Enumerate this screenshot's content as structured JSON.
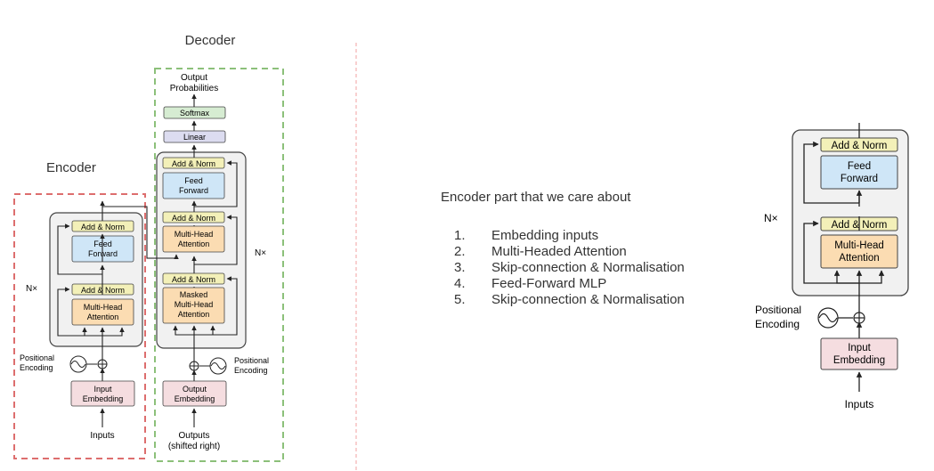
{
  "left_diagram": {
    "decoder_title": "Decoder",
    "encoder_title": "Encoder",
    "encoder": {
      "add_norm_top": "Add & Norm",
      "feed_forward": [
        "Feed",
        "Forward"
      ],
      "add_norm_bottom": "Add & Norm",
      "attention": [
        "Multi-Head",
        "Attention"
      ],
      "repeat": "N×",
      "positional_encoding": [
        "Positional",
        "Encoding"
      ],
      "input_embedding": [
        "Input",
        "Embedding"
      ],
      "inputs": "Inputs"
    },
    "decoder": {
      "output_probabilities": [
        "Output",
        "Probabilities"
      ],
      "softmax": "Softmax",
      "linear": "Linear",
      "add_norm_1": "Add & Norm",
      "feed_forward": [
        "Feed",
        "Forward"
      ],
      "add_norm_2": "Add & Norm",
      "attention": [
        "Multi-Head",
        "Attention"
      ],
      "add_norm_3": "Add & Norm",
      "masked_attention": [
        "Masked",
        "Multi-Head",
        "Attention"
      ],
      "repeat": "N×",
      "positional_encoding": [
        "Positional",
        "Encoding"
      ],
      "output_embedding": [
        "Output",
        "Embedding"
      ],
      "outputs": [
        "Outputs",
        "(shifted right)"
      ]
    }
  },
  "caption": "Encoder part that we care about",
  "steps": [
    {
      "num": "1.",
      "text": "Embedding inputs"
    },
    {
      "num": "2.",
      "text": "Multi-Headed Attention"
    },
    {
      "num": "3.",
      "text": "Skip-connection & Normalisation"
    },
    {
      "num": "4.",
      "text": "Feed-Forward MLP"
    },
    {
      "num": "5.",
      "text": "Skip-connection & Normalisation"
    }
  ],
  "right_diagram": {
    "add_norm_top": "Add & Norm",
    "feed_forward": [
      "Feed",
      "Forward"
    ],
    "add_norm_bottom": "Add & Norm",
    "attention": [
      "Multi-Head",
      "Attention"
    ],
    "repeat": "N×",
    "positional_encoding": [
      "Positional",
      "Encoding"
    ],
    "input_embedding": [
      "Input",
      "Embedding"
    ],
    "inputs": "Inputs"
  },
  "colors": {
    "add_norm": "#f3f0b8",
    "feed_forward": "#cfe6f7",
    "attention": "#fbdcb2",
    "embedding": "#f5dde0",
    "softmax": "#d6ecd2",
    "linear": "#dcdcf0",
    "encoder_dash": "#dd6e6e",
    "decoder_dash": "#8cc07a",
    "divider": "#f0a0a0"
  }
}
